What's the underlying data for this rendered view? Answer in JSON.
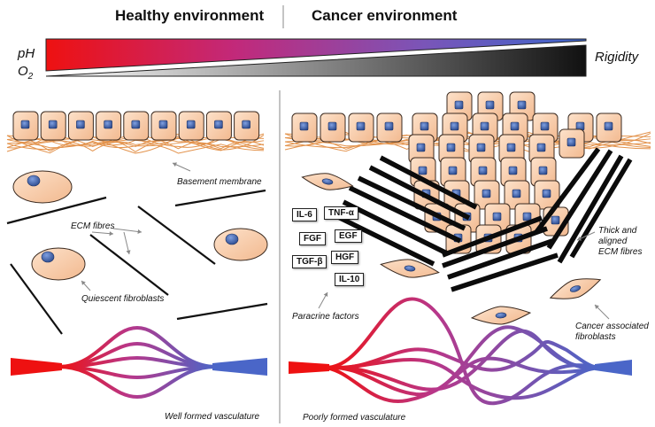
{
  "header": {
    "healthy_title": "Healthy environment",
    "cancer_title": "Cancer environment"
  },
  "gradient": {
    "ph_label": "pH",
    "o2_label": "O",
    "o2_subscript": "2",
    "rigidity_label": "Rigidity",
    "ph_colors": [
      "#ee1111",
      "#c2297a",
      "#7a55b8",
      "#3d66cc"
    ],
    "o2_colors": [
      "#ffffff",
      "#111111"
    ]
  },
  "healthy": {
    "basement_membrane": "Basement membrane",
    "ecm_fibres": "ECM fibres",
    "quiescent_fibroblasts": "Quiescent fibroblasts",
    "vasculature": "Well formed vasculature"
  },
  "cancer": {
    "paracrine_factors_label": "Paracrine factors",
    "paracrine_factors": [
      "IL-6",
      "TNF-α",
      "FGF",
      "EGF",
      "TGF-β",
      "HGF",
      "IL-10"
    ],
    "thick_fibres": "Thick and aligned ECM fibres",
    "caf": "Cancer associated fibroblasts",
    "vasculature": "Poorly formed vasculature"
  },
  "colors": {
    "cell_fill": "#f9cfad",
    "cell_stroke": "#3a2a20",
    "nucleus": "#3d5fa8",
    "fibre": "#e0883a",
    "vessel_red": "#ee1111",
    "vessel_purple": "#a0409a",
    "vessel_blue": "#4a66c8"
  }
}
